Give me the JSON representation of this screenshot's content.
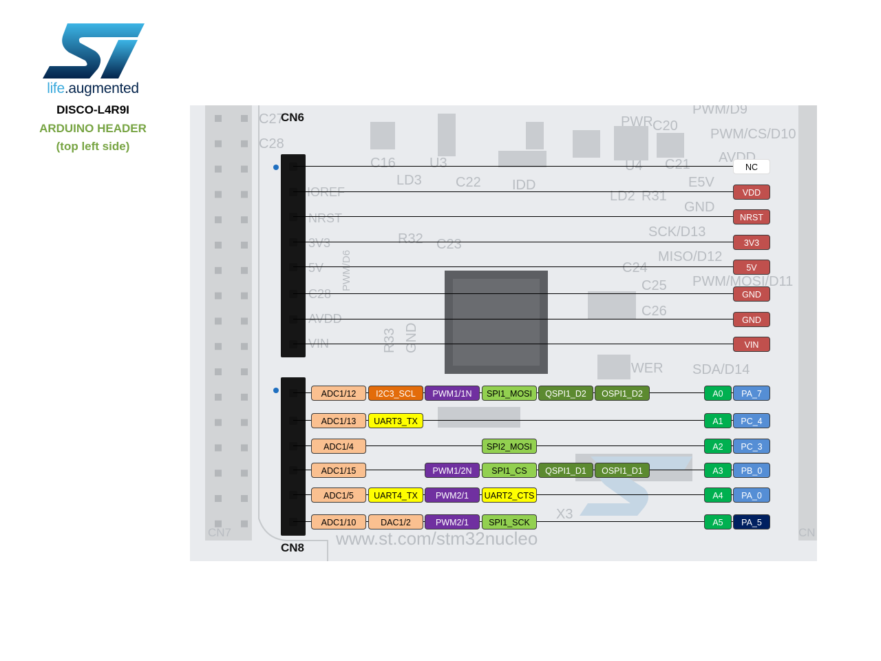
{
  "logo": {
    "tagline_a": "life",
    "tagline_dot": ".",
    "tagline_b": "augmented"
  },
  "board_title": "DISCO-L4R9I",
  "header_title": "ARDUINO HEADER",
  "header_side": "(top left side)",
  "connectors": {
    "top": "CN6",
    "bottom": "CN8"
  },
  "silkscreen": {
    "url": "www.st.com/stm32nucleo",
    "left_header": "CN7",
    "right_header": "CN",
    "texts": [
      "C16",
      "U3",
      "LD3",
      "C22",
      "IDD",
      "U4",
      "C21",
      "C23",
      "R32",
      "C24",
      "C25",
      "C26",
      "C27",
      "C28",
      "E5V",
      "GND",
      "SCK/D13",
      "MISO/D12",
      "PWM/MOSI/D11",
      "PWM/CS/D10",
      "PWM/D9",
      "AVDD",
      "SDA/D14",
      "PWM/D6",
      "GND",
      "POWER",
      "IOREF",
      "NRST",
      "3V3",
      "5V",
      "VIN",
      "LD2",
      "R31",
      "C20",
      "PWR",
      "R33",
      "X3"
    ]
  },
  "colors": {
    "power": "#c0504d",
    "nc": "#ffffff",
    "adc": "#fac090",
    "i2c": "#e36c0a",
    "pwm": "#7030a0",
    "spi": "#92d050",
    "qspi": "#5c8a30",
    "uart": "#ffff00",
    "dac": "#fac090",
    "arduino": "#00b050",
    "port_blue": "#558ed5",
    "port_navy": "#002060"
  },
  "cn6_pins": [
    {
      "label": "NC"
    },
    {
      "label": "VDD"
    },
    {
      "label": "NRST"
    },
    {
      "label": "3V3"
    },
    {
      "label": "5V"
    },
    {
      "label": "GND"
    },
    {
      "label": "GND"
    },
    {
      "label": "VIN"
    }
  ],
  "cn8_pins": [
    {
      "arduino": "A0",
      "port": "PA_7",
      "funcs": [
        "ADC1/12",
        "I2C3_SCL",
        "PWM1/1N",
        "SPI1_MOSI",
        "QSPI1_D2",
        "OSPI1_D2"
      ]
    },
    {
      "arduino": "A1",
      "port": "PC_4",
      "funcs": [
        "ADC1/13",
        "UART3_TX"
      ]
    },
    {
      "arduino": "A2",
      "port": "PC_3",
      "funcs": [
        "ADC1/4",
        "SPI2_MOSI"
      ]
    },
    {
      "arduino": "A3",
      "port": "PB_0",
      "funcs": [
        "ADC1/15",
        "PWM1/2N",
        "SPI1_CS",
        "QSPI1_D1",
        "OSPI1_D1"
      ]
    },
    {
      "arduino": "A4",
      "port": "PA_0",
      "funcs": [
        "ADC1/5",
        "UART4_TX",
        "PWM2/1",
        "UART2_CTS"
      ]
    },
    {
      "arduino": "A5",
      "port": "PA_5",
      "funcs": [
        "ADC1/10",
        "DAC1/2",
        "PWM2/1",
        "SPI1_SCK"
      ]
    }
  ]
}
